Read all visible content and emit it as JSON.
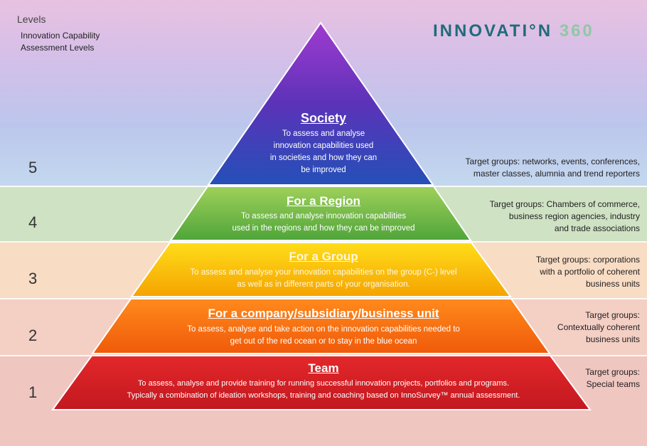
{
  "header": {
    "levels_label": "Levels",
    "subtitle_line1": "Innovation Capability",
    "subtitle_line2": "Assessment Levels"
  },
  "logo": {
    "word": "INNOVATI°N",
    "number": "360"
  },
  "colors": {
    "society": "#2a2f8f",
    "region": "#6cb33f",
    "group": "#f5b800",
    "company": "#f26a0f",
    "team": "#d01f26",
    "logo_word": "#1f6b7a",
    "logo_number": "#8fc9a4"
  },
  "levels": [
    {
      "number": "5",
      "title": "Society",
      "description": [
        "To assess and analyse",
        "innovation capabilities used",
        "in societies and how they can",
        "be improved"
      ],
      "target": [
        "Target groups: networks, events, conferences,",
        "master classes, alumnia and trend reporters"
      ]
    },
    {
      "number": "4",
      "title": "For a Region",
      "description": [
        "To assess and analyse innovation capabilities",
        "used in the regions and how they can be improved"
      ],
      "target": [
        "Target groups: Chambers of commerce,",
        "business region agencies, industry",
        "and  trade associations"
      ]
    },
    {
      "number": "3",
      "title": "For a Group",
      "description": [
        "To assess and analyse your innovation capabilities on the group (C-) level",
        "as well as in different parts of your organisation."
      ],
      "target": [
        "Target groups: corporations",
        "with a portfolio of coherent",
        "business units"
      ]
    },
    {
      "number": "2",
      "title": "For a company/subsidiary/business unit",
      "description": [
        "To assess, analyse and take action on the innovation capabilities needed to",
        "get out of the red ocean or to stay in the blue ocean"
      ],
      "target": [
        "Target groups:",
        "Contextually coherent",
        "business units"
      ]
    },
    {
      "number": "1",
      "title": "Team",
      "description": [
        "To assess, analyse and provide training for running successful innovation projects, portfolios and programs.",
        "Typically a combination of ideation workshops, training and coaching based on InnoSurvey™ annual assessment."
      ],
      "target": [
        "Target groups:",
        "Special teams"
      ]
    }
  ]
}
